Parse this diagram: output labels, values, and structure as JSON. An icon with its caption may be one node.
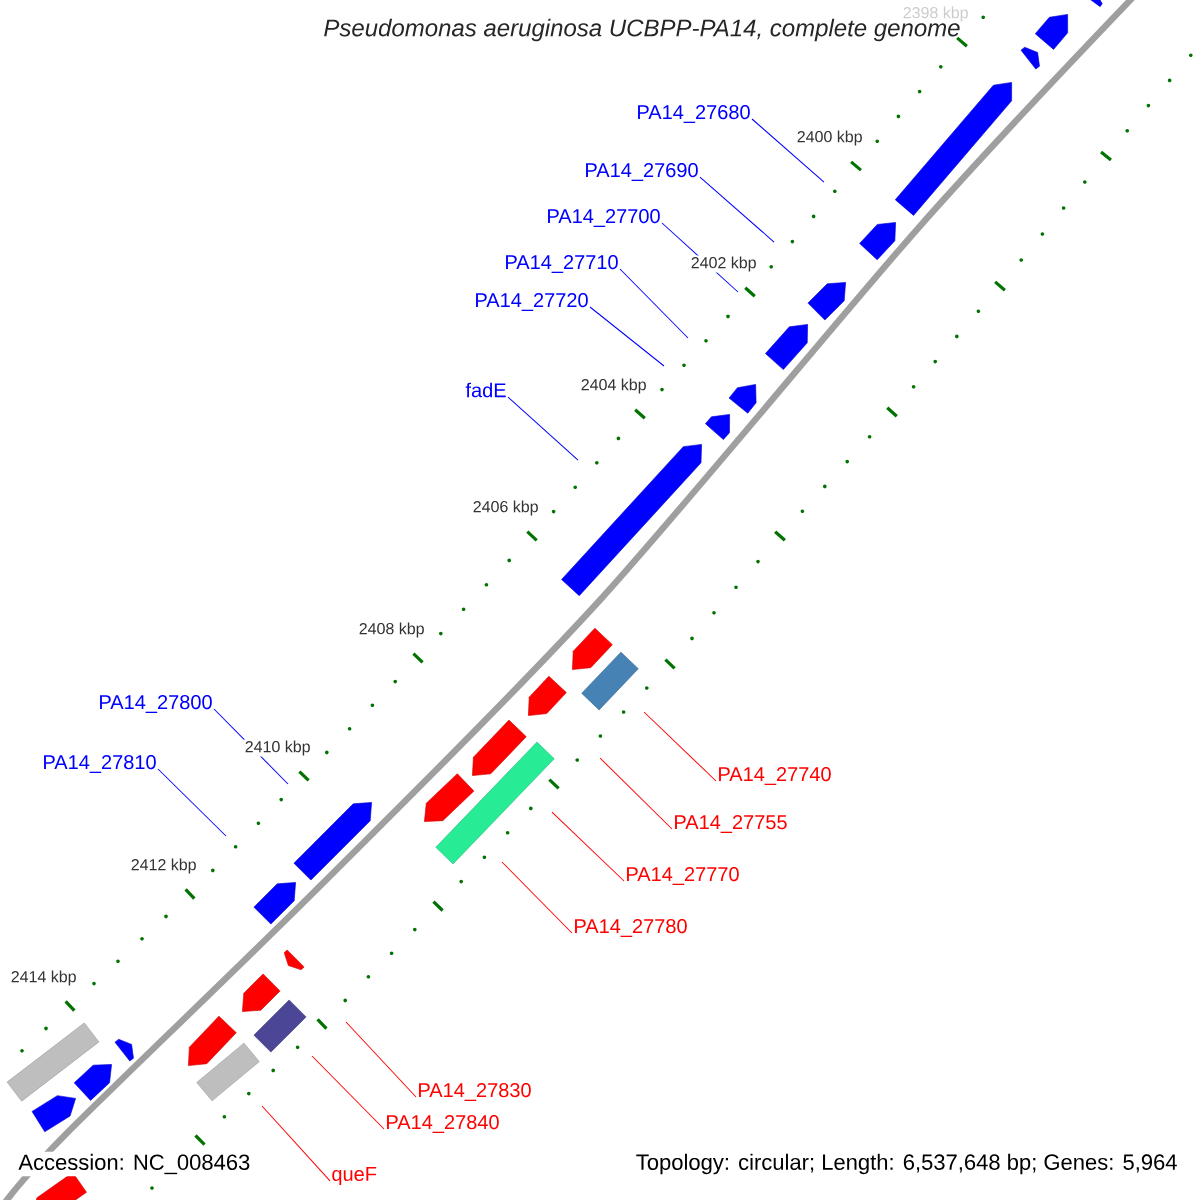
{
  "diagram": {
    "title": "Pseudomonas aeruginosa UCBPP-PA14, complete genome",
    "nodes": [
      {
        "text": [
          "PA14_27680"
        ]
      },
      {
        "text": [
          "PA14_27690"
        ]
      },
      {
        "text": [
          "PA14_27700"
        ]
      },
      {
        "text": [
          "PA14_27710"
        ]
      },
      {
        "text": [
          "PA14_27720"
        ]
      },
      {
        "text": [
          "fadE"
        ]
      },
      {
        "text": [
          "PA14_27800"
        ]
      },
      {
        "text": [
          "PA14_27810"
        ]
      },
      {
        "text": [
          "PA14_27740"
        ]
      },
      {
        "text": [
          "PA14_27755"
        ]
      },
      {
        "text": [
          "PA14_27770"
        ]
      },
      {
        "text": [
          "PA14_27780"
        ]
      },
      {
        "text": [
          "PA14_27830"
        ]
      },
      {
        "text": [
          "PA14_27840"
        ]
      },
      {
        "text": [
          "queF"
        ]
      }
    ],
    "edges": [
      {
        "from": 0,
        "to": null,
        "arrow": "none"
      },
      {
        "from": 1,
        "to": null,
        "arrow": "none"
      },
      {
        "from": 2,
        "to": null,
        "arrow": "none"
      },
      {
        "from": 3,
        "to": null,
        "arrow": "none"
      },
      {
        "from": 4,
        "to": null,
        "arrow": "none"
      },
      {
        "from": 5,
        "to": null,
        "arrow": "none"
      },
      {
        "from": 6,
        "to": null,
        "arrow": "none"
      },
      {
        "from": 7,
        "to": null,
        "arrow": "none"
      },
      {
        "from": 8,
        "to": null,
        "arrow": "none",
        "color": "#ff0000"
      },
      {
        "from": 9,
        "to": null,
        "arrow": "none",
        "color": "#ff0000"
      },
      {
        "from": 10,
        "to": null,
        "arrow": "none",
        "color": "#ff0000"
      },
      {
        "from": 11,
        "to": null,
        "arrow": "none",
        "color": "#ff0000"
      },
      {
        "from": 12,
        "to": null,
        "arrow": "none",
        "color": "#ff0000"
      },
      {
        "from": 13,
        "to": null,
        "arrow": "none",
        "color": "#ff0000"
      },
      {
        "from": 14,
        "to": null,
        "arrow": "none",
        "color": "#ff0000"
      }
    ],
    "labels": [
      "2398 kbp",
      "2400 kbp",
      "2402 kbp",
      "2404 kbp",
      "2406 kbp",
      "2408 kbp",
      "2410 kbp",
      "2412 kbp",
      "2414 kbp",
      "Accession: NC_008463",
      "Topology: circular; Length: 6,537,648 bp; Genes: 5,964"
    ]
  }
}
